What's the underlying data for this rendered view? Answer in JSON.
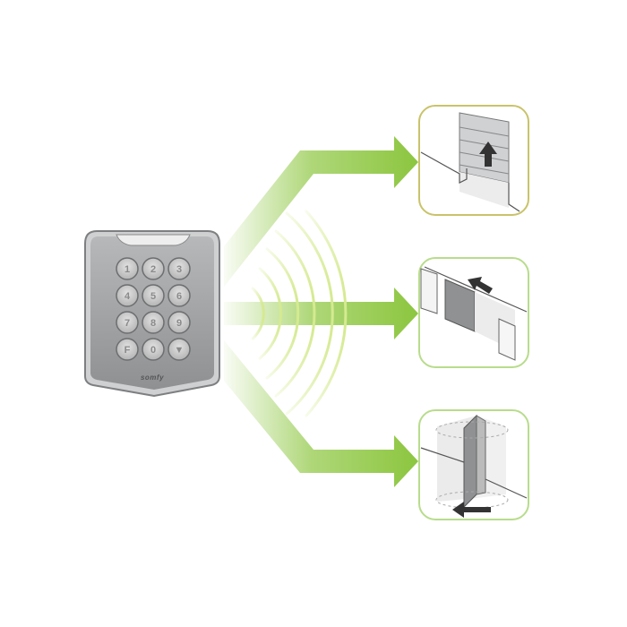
{
  "keypad": {
    "keys": [
      "1",
      "2",
      "3",
      "4",
      "5",
      "6",
      "7",
      "8",
      "9",
      "F",
      "0",
      "▼"
    ],
    "logo": "somfy"
  },
  "colors": {
    "arrow": "#8cc63f",
    "keypad_body": "#9a9c9e",
    "panel_top_border": "#c9c36a",
    "panel_border": "#b8dc8c"
  },
  "targets": [
    {
      "name": "up-and-over-door",
      "icon": "up-arrow"
    },
    {
      "name": "sliding-gate",
      "icon": "left-arrow"
    },
    {
      "name": "swing-gate",
      "icon": "rotate-arrow"
    }
  ]
}
